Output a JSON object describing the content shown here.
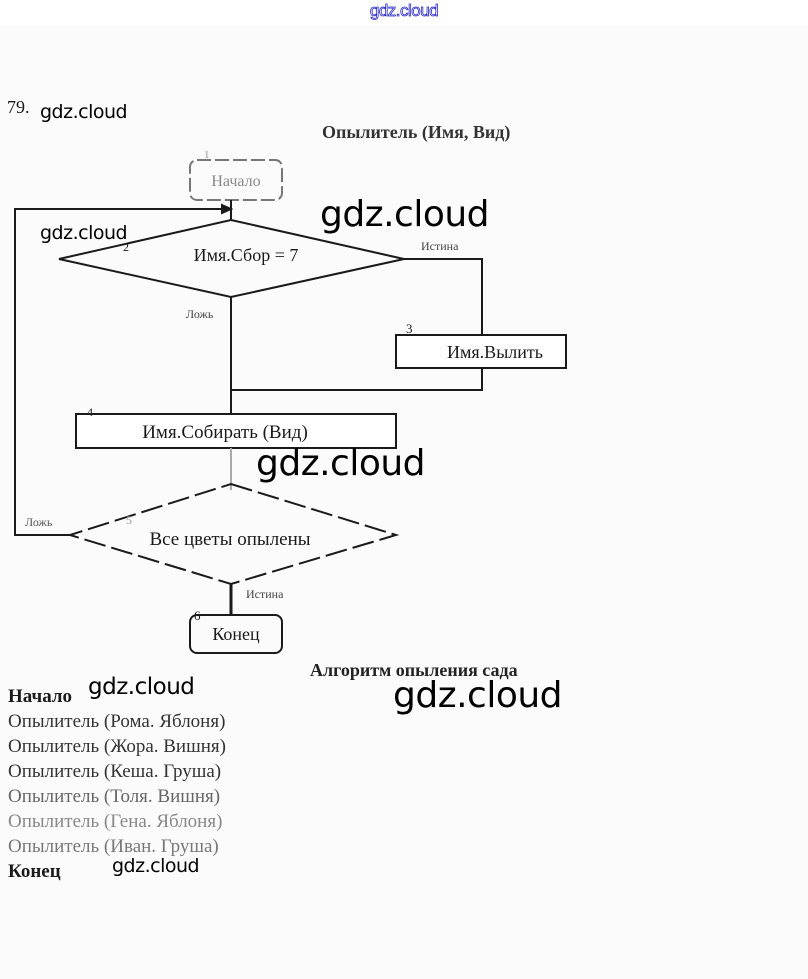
{
  "watermarks": {
    "top": "gdz.cloud",
    "overlay": "gdz.cloud"
  },
  "task_number": "79.",
  "procedure_title": "Опылитель (Имя, Вид)",
  "flowchart": {
    "start": {
      "num": "1",
      "label": "Начало"
    },
    "decision1": {
      "num": "2",
      "label": "Имя.Сбор = 7",
      "true_label": "Истина",
      "false_label": "Ложь"
    },
    "action3": {
      "num": "3",
      "label": "Имя.Вылить"
    },
    "action4": {
      "num": "4",
      "label": "Имя.Собирать (Вид)"
    },
    "decision5": {
      "num": "5",
      "label": "Все цветы опылены",
      "true_label": "Истина",
      "false_label": "Ложь"
    },
    "end": {
      "num": "6",
      "label": "Конец"
    }
  },
  "algorithm_title": "Алгоритм опыления сада",
  "listing": {
    "begin": "Начало",
    "lines": [
      "Опылитель (Рома. Яблоня)",
      "Опылитель (Жора. Вишня)",
      "Опылитель (Кеша. Груша)",
      "Опылитель (Толя. Вишня)",
      "Опылитель (Гена. Яблоня)",
      "Опылитель (Иван. Груша)"
    ],
    "end": "Конец"
  },
  "colors": {
    "top_watermark": "#2a2ac8",
    "line": "#1a1a1a"
  }
}
